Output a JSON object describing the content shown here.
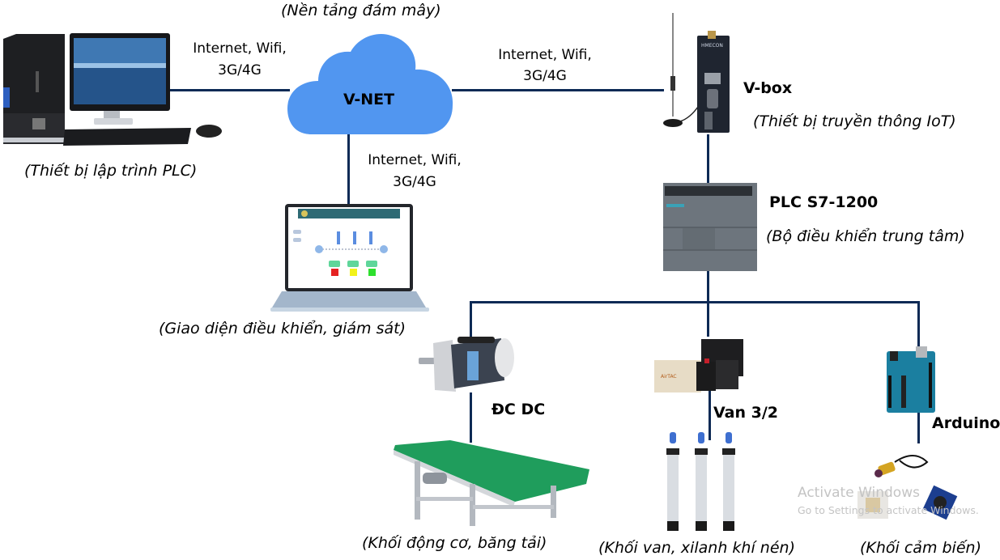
{
  "cloud": {
    "title": "(Nền tảng đám mây)",
    "label": "V-NET",
    "color": "#5196f0"
  },
  "links": {
    "pc_to_cloud": [
      "Internet, Wifi,",
      "3G/4G"
    ],
    "cloud_to_vbox": [
      "Internet, Wifi,",
      "3G/4G"
    ],
    "cloud_to_laptop": [
      "Internet, Wifi,",
      "3G/4G"
    ],
    "line_color": "#0d2a55"
  },
  "nodes": {
    "pc": {
      "caption": "(Thiết bị lập trình PLC)",
      "icon": "desktop-computer-icon"
    },
    "vbox": {
      "label": "V-box",
      "caption": "(Thiết bị truyền thông IoT)",
      "icon": "iot-gateway-icon"
    },
    "plc": {
      "label": "PLC S7-1200",
      "caption": "(Bộ điều khiển trung tâm)",
      "icon": "plc-icon"
    },
    "laptop": {
      "caption": "(Giao diện điều khiển, giám sát)",
      "icon": "laptop-hmi-icon"
    },
    "motor": {
      "label": "ĐC DC",
      "caption": "(Khối động cơ, băng tải)",
      "icon": "dc-motor-icon"
    },
    "valve": {
      "label": "Van 3/2",
      "caption": "(Khối van, xilanh khí nén)",
      "icon": "solenoid-valve-icon"
    },
    "arduino": {
      "label": "Arduino",
      "caption": "(Khối cảm biến)",
      "icon": "arduino-board-icon"
    }
  },
  "watermark": {
    "line1": "Activate Windows",
    "line2": "Go to Settings to activate Windows."
  }
}
